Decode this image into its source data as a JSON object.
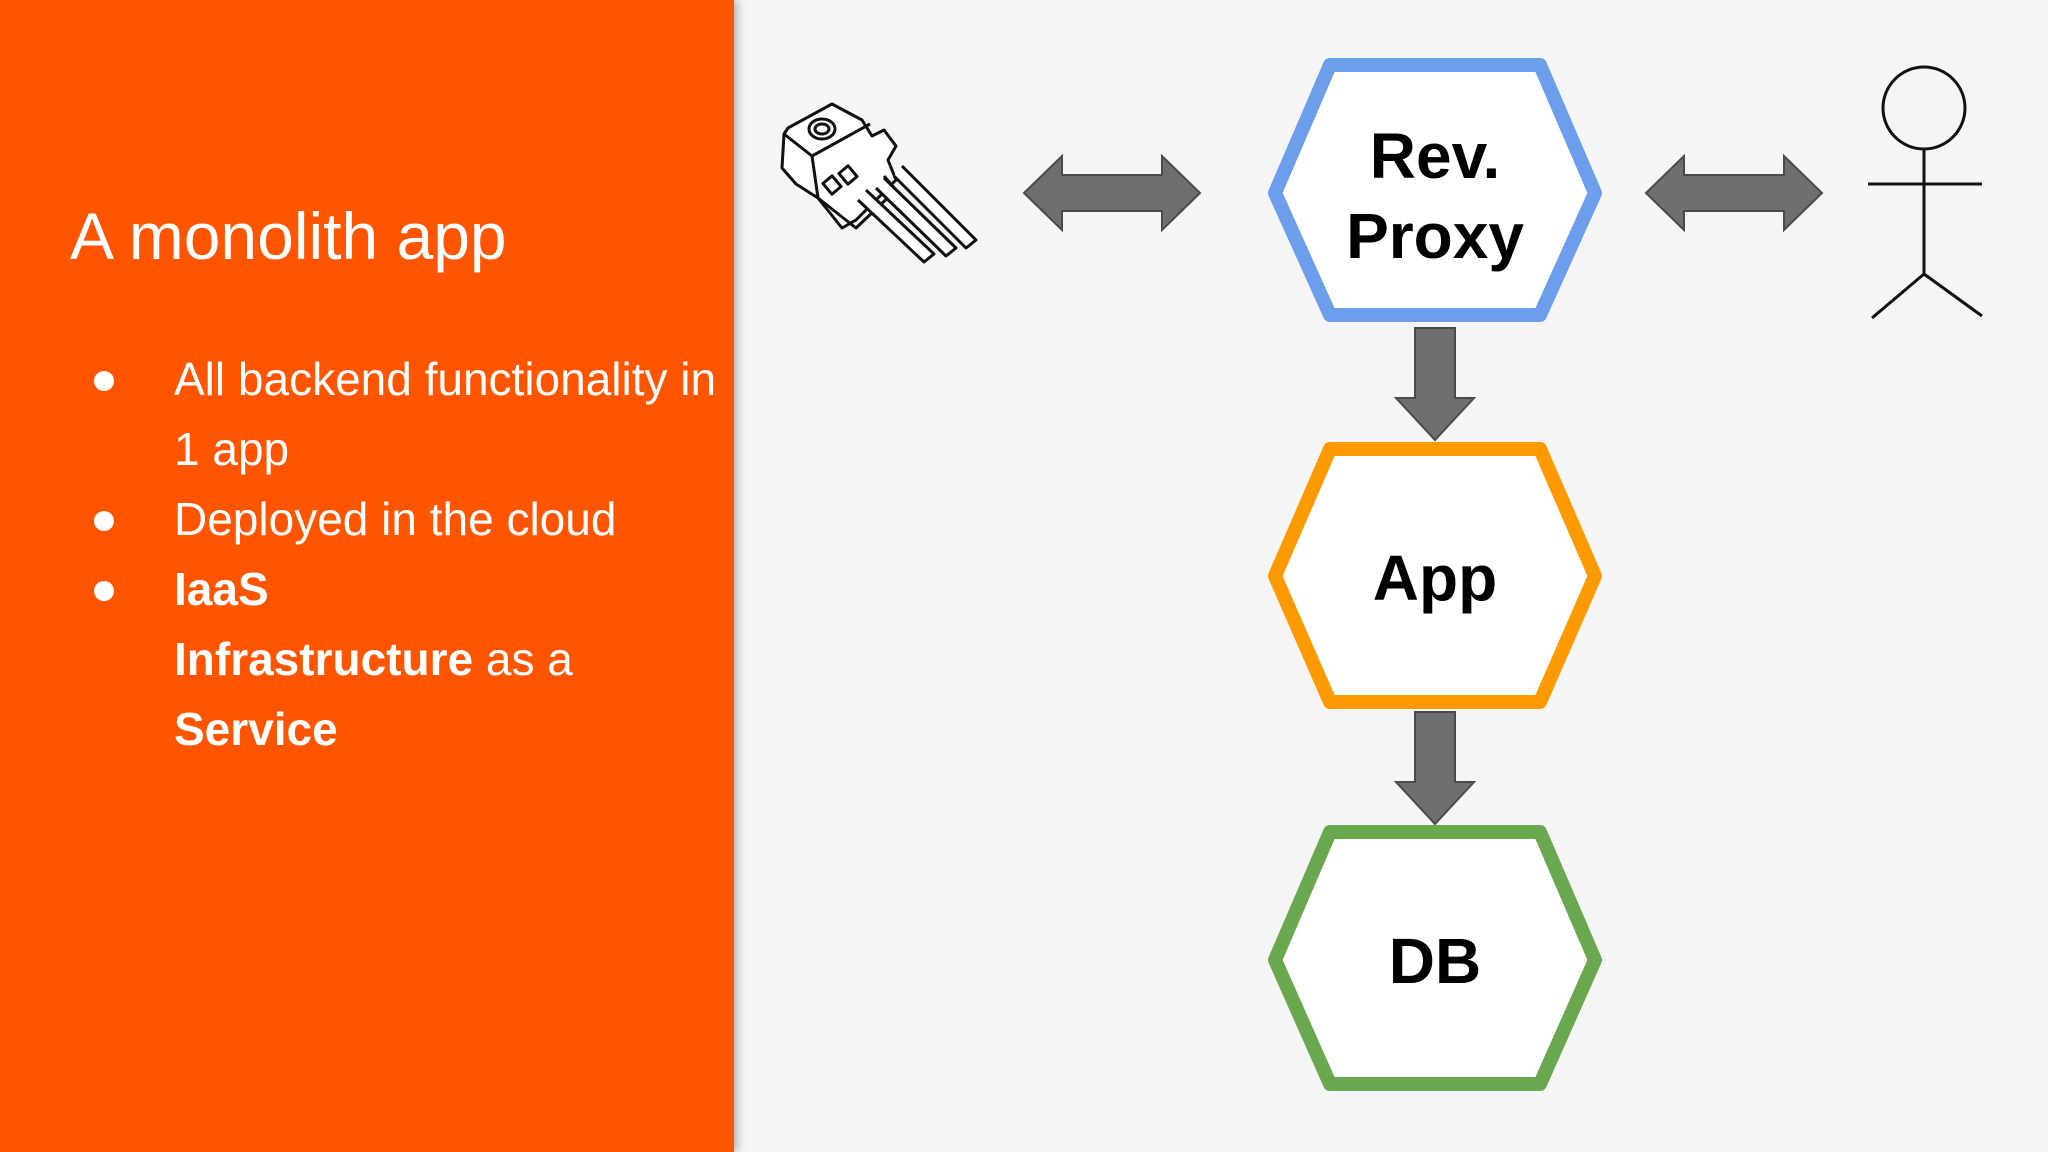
{
  "slide": {
    "title": "A monolith app",
    "bullets": [
      {
        "text": "All backend functionality in 1 app"
      },
      {
        "text": "Deployed in the cloud"
      },
      {
        "line1": "IaaS",
        "bold_word1": "Infrastructure",
        "plain_mid": " as a",
        "bold_word2": "Service"
      }
    ]
  },
  "diagram": {
    "nodes": [
      {
        "id": "rev-proxy",
        "label_line1": "Rev.",
        "label_line2": "Proxy",
        "border_color": "#6d9eeb"
      },
      {
        "id": "app",
        "label": "App",
        "border_color": "#ff9900"
      },
      {
        "id": "db",
        "label": "DB",
        "border_color": "#6aa84f"
      }
    ],
    "colors": {
      "arrow_fill": "#6f6f6f",
      "arrow_stroke": "#4a4a4a",
      "panel_accent": "#ff5400",
      "hexagon_fill": "#ffffff"
    },
    "icons": [
      "transistor-icon",
      "stick-figure-user-icon",
      "double-arrow-icon",
      "down-arrow-icon"
    ]
  }
}
